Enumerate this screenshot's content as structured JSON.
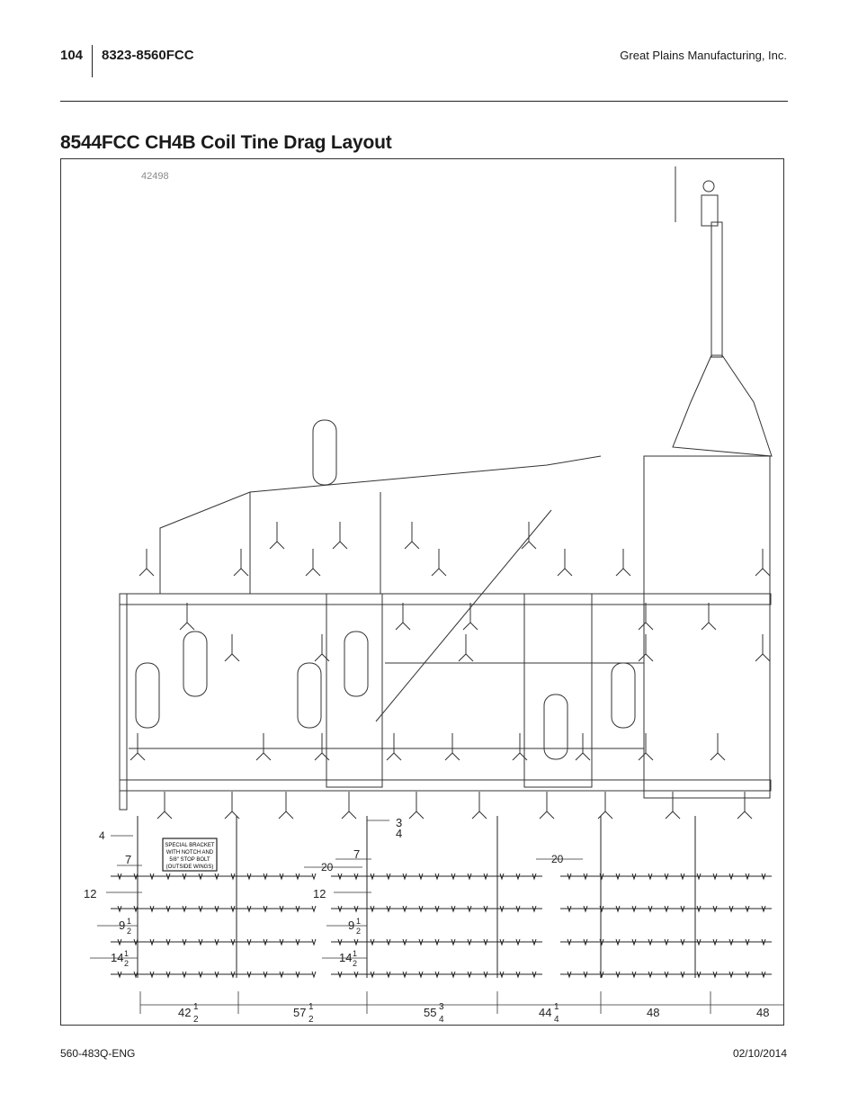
{
  "header": {
    "page_number": "104",
    "model": "8323-8560FCC",
    "company": "Great Plains Manufacturing, Inc."
  },
  "title": "8544FCC CH4B Coil Tine Drag Layout",
  "figure": {
    "id": "42498",
    "note_lines": [
      "SPECIAL BRACKET",
      "WITH NOTCH AND",
      "5/8\" STOP BOLT",
      "(OUTSIDE WINGS)"
    ],
    "dim_top_4": "4",
    "dim_top_3": "3",
    "dim_top_3_den": "4",
    "dim_left_7": "7",
    "dim_mid_7": "7",
    "dim_20_a": "20",
    "dim_20_b": "20",
    "dim_12_left": "12",
    "dim_12_mid": "12",
    "dim_9_left": "9",
    "dim_9_mid": "9",
    "dim_14_left": "14",
    "dim_14_mid": "14",
    "frac_num": "1",
    "frac_den": "2",
    "bottom_dims": [
      {
        "whole": "42",
        "num": "1",
        "den": "2"
      },
      {
        "whole": "57",
        "num": "1",
        "den": "2"
      },
      {
        "whole": "55",
        "num": "3",
        "den": "4"
      },
      {
        "whole": "44",
        "num": "1",
        "den": "4"
      },
      {
        "whole": "48",
        "num": "",
        "den": ""
      },
      {
        "whole": "48",
        "num": "",
        "den": ""
      }
    ]
  },
  "footer": {
    "doc_number": "560-483Q-ENG",
    "date": "02/10/2014"
  }
}
